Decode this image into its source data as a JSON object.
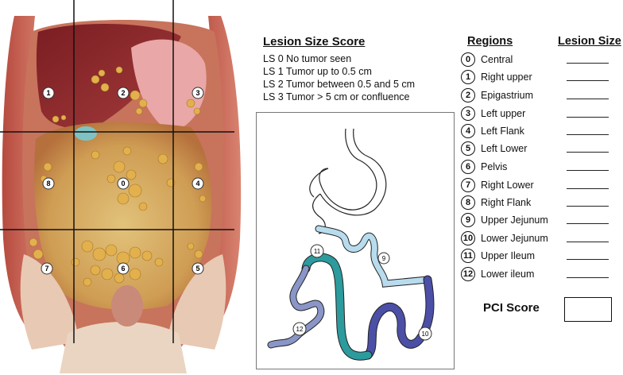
{
  "anatomy": {
    "zones": [
      {
        "num": "0"
      },
      {
        "num": "1"
      },
      {
        "num": "2"
      },
      {
        "num": "3"
      },
      {
        "num": "4"
      },
      {
        "num": "5"
      },
      {
        "num": "6"
      },
      {
        "num": "7"
      },
      {
        "num": "8"
      }
    ]
  },
  "lesion_size_score": {
    "title": "Lesion Size Score",
    "items": [
      "LS 0 No tumor seen",
      "LS 1 Tumor up to 0.5 cm",
      "LS 2 Tumor between 0.5 and 5 cm",
      "LS 3 Tumor > 5 cm or confluence"
    ]
  },
  "bowel": {
    "labels": [
      {
        "num": "9"
      },
      {
        "num": "10"
      },
      {
        "num": "11"
      },
      {
        "num": "12"
      }
    ],
    "colors": {
      "upper_jejunum": "#b8dcee",
      "lower_jejunum": "#4c4fa6",
      "upper_ileum": "#2c9b9d",
      "lower_ileum": "#8a96c8"
    }
  },
  "regions": {
    "header": "Regions",
    "items": [
      {
        "num": "0",
        "name": "Central"
      },
      {
        "num": "1",
        "name": "Right upper"
      },
      {
        "num": "2",
        "name": "Epigastrium"
      },
      {
        "num": "3",
        "name": "Left upper"
      },
      {
        "num": "4",
        "name": "Left Flank"
      },
      {
        "num": "5",
        "name": "Left Lower"
      },
      {
        "num": "6",
        "name": "Pelvis"
      },
      {
        "num": "7",
        "name": "Right Lower"
      },
      {
        "num": "8",
        "name": "Right Flank"
      },
      {
        "num": "9",
        "name": "Upper Jejunum"
      },
      {
        "num": "10",
        "name": "Lower Jejunum"
      },
      {
        "num": "11",
        "name": "Upper Ileum"
      },
      {
        "num": "12",
        "name": "Lower ileum"
      }
    ]
  },
  "lesion_size_header": "Lesion Size",
  "pci": {
    "label": "PCI Score"
  }
}
